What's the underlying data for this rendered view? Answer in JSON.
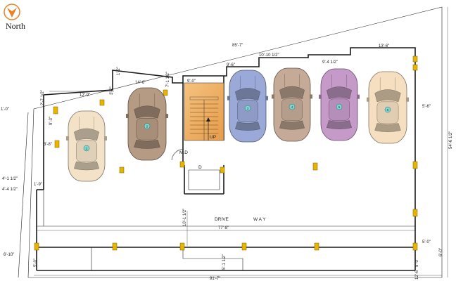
{
  "north": {
    "label": "North",
    "arrow_color": "#e8832a"
  },
  "labels": {
    "driveway_1": "DRIVE",
    "driveway_2": "W A Y",
    "up": "UP",
    "md": "M.D",
    "d": "D"
  },
  "dimensions": {
    "top_slope": "85'-7\"",
    "top_right_seg": "13'-6\"",
    "mid_seg": "10'-10 1/2\"",
    "seg_9_4": "9'-4 1/2\"",
    "seg_9_6": "9'-6\"",
    "seg_9_0": "9'-0\"",
    "seg_14_6": "14'-6\"",
    "seg_12_9": "12'-9\"",
    "seg_3_2": "3'-2\"",
    "seg_1_2": "1'-2\"",
    "seg_7_1": "7'-1 1/2\"",
    "seg_2_7": "2'-7 1/2\"",
    "seg_1_0": "1'-0\"",
    "seg_9_3": "9'-3\"",
    "seg_3_8": "3'-8\"",
    "seg_4_1": "4'-1 1/2\"",
    "seg_4_4": "4'-4 1/2\"",
    "seg_1_9": "1'-9\"",
    "driveway_width": "77'-8\"",
    "drive_depth": "10'-1 1/2\"",
    "right_upper": "5'-6\"",
    "right_total": "54'-6 1/2\"",
    "right_low": "5'-0\"",
    "right_low2": "5'-0\"",
    "right_low3": "6'-0\"",
    "bottom_right": "12'-6\"",
    "bottom_5_1": "5'-1 1/2\"",
    "left_6_10": "6'-10\"",
    "left_5_0": "5'-0\"",
    "bottom_total": "91'-7\""
  },
  "cars": [
    {
      "id": "car-1",
      "color": "#f3e2c8",
      "number": "1"
    },
    {
      "id": "car-2",
      "color": "#b59a84",
      "number": "2"
    },
    {
      "id": "car-3",
      "color": "#9aa9d8",
      "number": "3"
    },
    {
      "id": "car-4",
      "color": "#c5ab97",
      "number": "4"
    },
    {
      "id": "car-5",
      "color": "#c59ac9",
      "number": "5"
    },
    {
      "id": "car-6",
      "color": "#f5dfc0",
      "number": "6"
    }
  ],
  "colors": {
    "stair_fill": "#f2b566",
    "column_fill": "#e8b400",
    "wall": "#1a1a1a"
  }
}
